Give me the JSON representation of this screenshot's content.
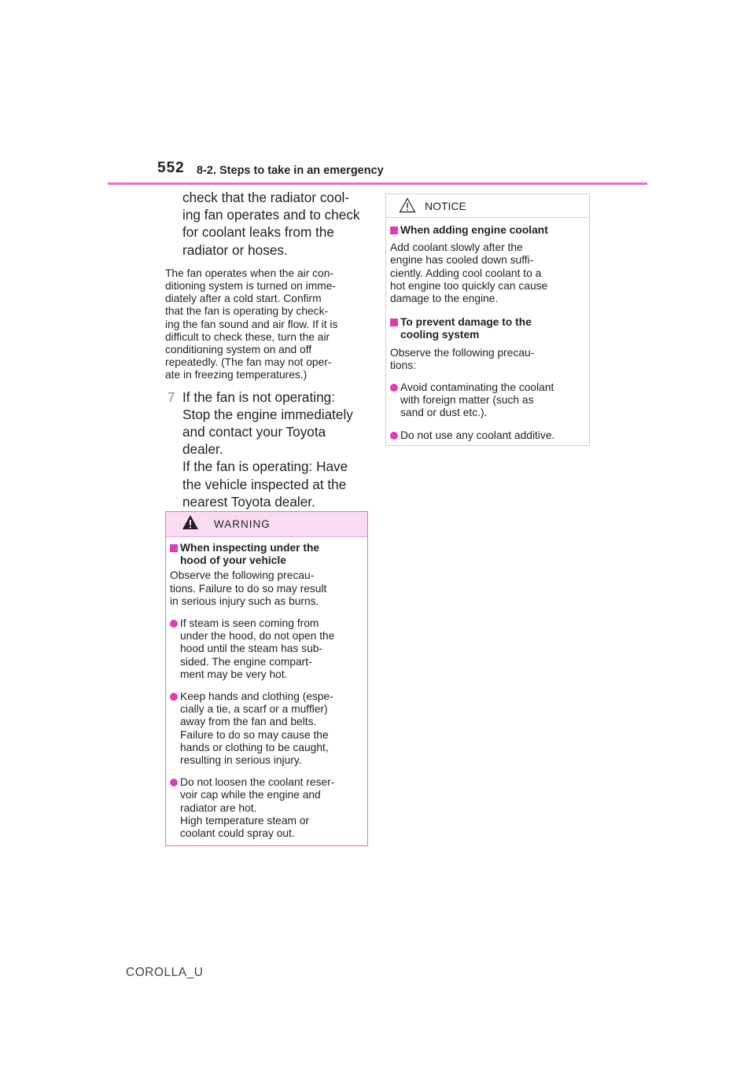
{
  "header": {
    "page_number": "552",
    "section_title": "8-2. Steps to take in an emergency"
  },
  "left": {
    "lead_lines": [
      "check that the radiator cool-",
      "ing fan operates and to check",
      "for coolant leaks from the",
      "radiator or hoses."
    ],
    "note_lines": [
      "The fan operates when the air con-",
      "ditioning system is turned on imme-",
      "diately after a cold start. Confirm",
      "that the fan is operating by check-",
      "ing the fan sound and air flow. If it is",
      "difficult to check these, turn the air",
      "conditioning system on and off",
      "repeatedly. (The fan may not oper-",
      "ate in freezing temperatures.)"
    ],
    "step_number": "7",
    "step_lines": [
      "If the fan is not operating:",
      "Stop the engine immediately",
      "and contact your Toyota",
      "dealer.",
      "If the fan is operating: Have",
      "the vehicle inspected at the",
      "nearest Toyota dealer."
    ]
  },
  "warning": {
    "label": "WARNING",
    "heading_lines": [
      "When inspecting under the",
      "hood of your vehicle"
    ],
    "intro_lines": [
      "Observe the following precau-",
      "tions. Failure to do so may result",
      "in serious injury such as burns."
    ],
    "bullets": [
      [
        "If steam is seen coming from",
        "under the hood, do not open the",
        "hood until the steam has sub-",
        "sided. The engine compart-",
        "ment may be very hot."
      ],
      [
        "Keep hands and clothing (espe-",
        "cially a tie, a scarf or a muffler)",
        "away from the fan and belts.",
        "Failure to do so may cause the",
        "hands or clothing to be caught,",
        "resulting in serious injury."
      ],
      [
        "Do not loosen the coolant reser-",
        "voir cap while the engine and",
        "radiator are hot.",
        "High temperature steam or",
        "coolant could spray out."
      ]
    ]
  },
  "notice": {
    "label": "NOTICE",
    "section1_heading": "When adding engine coolant",
    "section1_lines": [
      "Add coolant slowly after the",
      "engine has cooled down suffi-",
      "ciently. Adding cool coolant to a",
      "hot engine too quickly can cause",
      "damage to the engine."
    ],
    "section2_heading_lines": [
      "To prevent damage to the",
      "cooling system"
    ],
    "section2_intro_lines": [
      "Observe the following precau-",
      "tions:"
    ],
    "bullets": [
      [
        "Avoid contaminating the coolant",
        "with foreign matter (such as",
        "sand or dust etc.)."
      ],
      [
        "Do not use any coolant additive."
      ]
    ]
  },
  "footer": {
    "text": "COROLLA_U"
  },
  "colors": {
    "accent": "#e03ab5",
    "header_rule": "#e36fc8",
    "warning_bg": "#fadcf2",
    "notice_border": "#cfcfcf"
  }
}
